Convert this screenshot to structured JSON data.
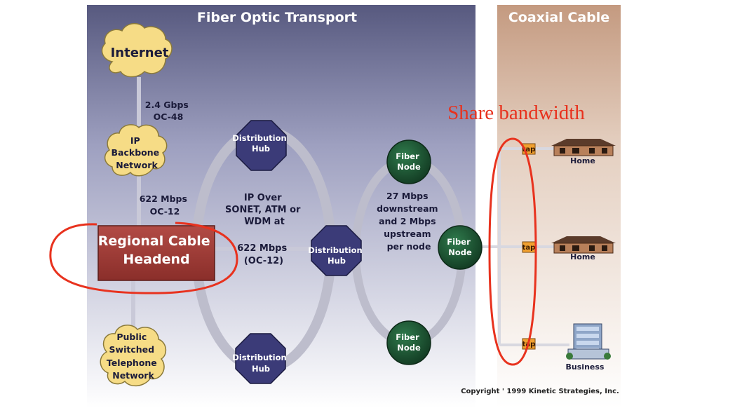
{
  "headers": {
    "fiber": "Fiber Optic Transport",
    "coax": "Coaxial Cable"
  },
  "clouds": {
    "internet": [
      "Internet"
    ],
    "ip_backbone": [
      "IP",
      "Backbone",
      "Network"
    ],
    "pstn": [
      "Public",
      "Switched",
      "Telephone",
      "Network"
    ]
  },
  "links": {
    "internet_backbone": [
      "2.4 Gbps",
      "OC-48"
    ],
    "backbone_headend": [
      "622 Mbps",
      "OC-12"
    ]
  },
  "headend": [
    "Regional Cable",
    "Headend"
  ],
  "hubs": {
    "top": [
      "Distribution",
      "Hub"
    ],
    "middle": [
      "Distribution",
      "Hub"
    ],
    "bottom": [
      "Distribution",
      "Hub"
    ]
  },
  "ring_text": {
    "a": [
      "IP Over",
      "SONET, ATM or",
      "WDM at"
    ],
    "b": [
      "622 Mbps",
      "(OC-12)"
    ]
  },
  "nodes": {
    "top": [
      "Fiber",
      "Node"
    ],
    "right": [
      "Fiber",
      "Node"
    ],
    "bottom": [
      "Fiber",
      "Node"
    ]
  },
  "node_ring_text": [
    "27 Mbps",
    "downstream",
    "and 2 Mbps",
    "upstream",
    "per node"
  ],
  "taps": [
    "tap",
    "tap",
    "tap"
  ],
  "endpoints": [
    "Home",
    "Home",
    "Business"
  ],
  "annotation": "Share bandwidth",
  "copyright": "Copyright ' 1999 Kinetic Strategies, Inc.",
  "colors": {
    "annotation": "#e8321e",
    "headend": "#a8413c",
    "hub": "#3b3b78",
    "node": "#1f5a36",
    "cloud": "#f6dc86",
    "tap": "#f0a030"
  }
}
